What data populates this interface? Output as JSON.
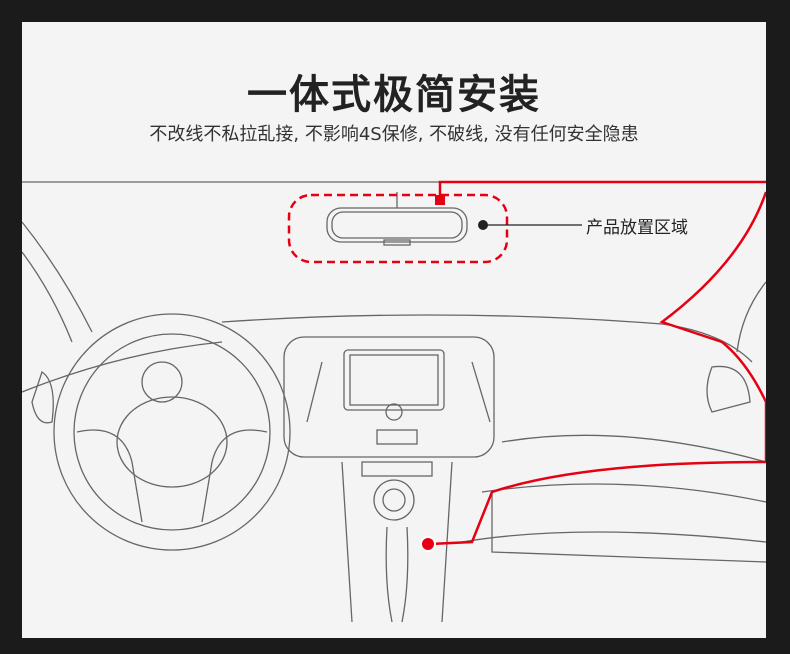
{
  "title": "一体式极简安装",
  "subtitle": "不改线不私拉乱接, 不影响4S保修, 不破线, 没有任何安全隐患",
  "zone_label": "产品放置区域",
  "colors": {
    "accent": "#e60012",
    "line": "#555555",
    "background": "#f4f4f4",
    "frame": "#1b1b1b"
  }
}
